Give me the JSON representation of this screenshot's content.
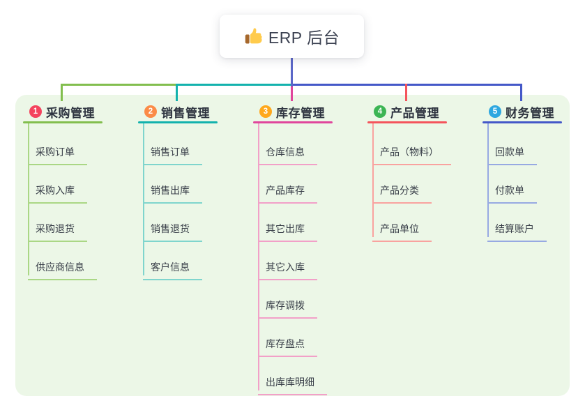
{
  "root": {
    "label": "ERP 后台",
    "icon": "thumbs-up-icon",
    "connector_color": "#5b67c8"
  },
  "panel": {
    "bg": "#ecf7e7"
  },
  "branches": [
    {
      "num": "1",
      "label": "采购管理",
      "color": "#82be4e",
      "light_color": "#aad785",
      "badge_color": "#f4445e",
      "items": [
        "采购订单",
        "采购入库",
        "采购退货",
        "供应商信息"
      ]
    },
    {
      "num": "2",
      "label": "销售管理",
      "color": "#13b2ad",
      "light_color": "#7fd5cd",
      "badge_color": "#fb8b47",
      "items": [
        "销售订单",
        "销售出库",
        "销售退货",
        "客户信息"
      ]
    },
    {
      "num": "3",
      "label": "库存管理",
      "color": "#e0469c",
      "light_color": "#f2a0c8",
      "badge_color": "#ffa81d",
      "items": [
        "仓库信息",
        "产品库存",
        "其它出库",
        "其它入库",
        "库存调拨",
        "库存盘点",
        "出库库明细"
      ]
    },
    {
      "num": "4",
      "label": "产品管理",
      "color": "#f4545c",
      "light_color": "#f9a29f",
      "badge_color": "#3cb554",
      "items": [
        "产品（物料）",
        "产品分类",
        "产品单位"
      ]
    },
    {
      "num": "5",
      "label": "财务管理",
      "color": "#4458c8",
      "light_color": "#97a9e2",
      "badge_color": "#2ea7e0",
      "items": [
        "回款单",
        "付款单",
        "结算账户"
      ]
    }
  ]
}
